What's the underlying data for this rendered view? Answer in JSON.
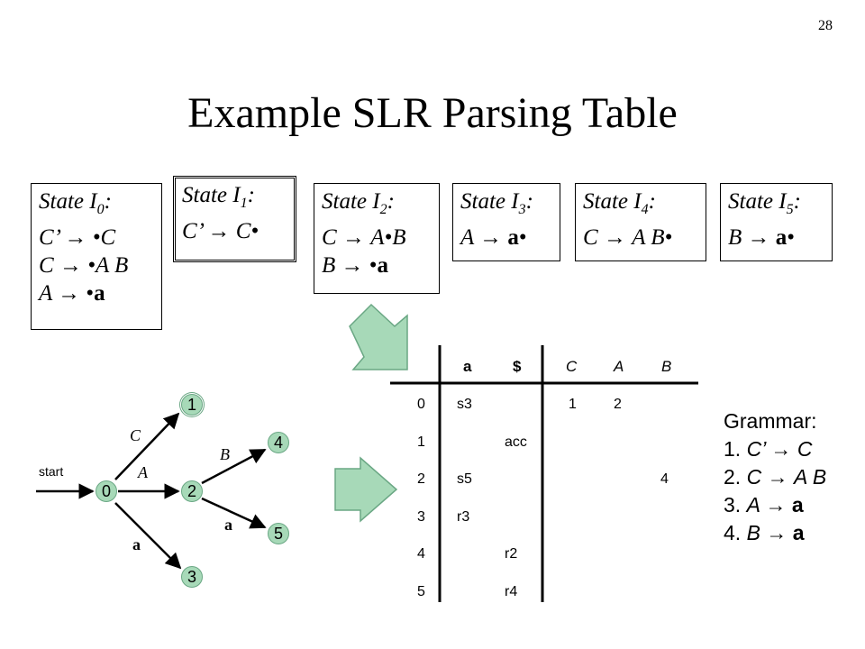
{
  "page_number": "28",
  "title": "Example SLR Parsing Table",
  "states": [
    {
      "prefix": "State I",
      "sub": "0",
      "suffix": ":",
      "items": [
        [
          {
            "t": "C’ ",
            "it": true
          },
          {
            "t": "→ ",
            "it": false
          },
          {
            "t": "•C",
            "it": true
          }
        ],
        [
          {
            "t": "C ",
            "it": true
          },
          {
            "t": "→ ",
            "it": false
          },
          {
            "t": "•A B",
            "it": true
          }
        ],
        [
          {
            "t": "A ",
            "it": true
          },
          {
            "t": "→ ",
            "it": false
          },
          {
            "t": "•",
            "it": false
          },
          {
            "t": "a",
            "bold": true
          }
        ]
      ]
    },
    {
      "prefix": "State I",
      "sub": "1",
      "suffix": ":",
      "items": [
        [
          {
            "t": "C’ ",
            "it": true
          },
          {
            "t": "→ ",
            "it": false
          },
          {
            "t": "C•",
            "it": true
          }
        ]
      ]
    },
    {
      "prefix": "State I",
      "sub": "2",
      "suffix": ":",
      "items": [
        [
          {
            "t": "C ",
            "it": true
          },
          {
            "t": "→ ",
            "it": false
          },
          {
            "t": "A•B",
            "it": true
          }
        ],
        [
          {
            "t": "B ",
            "it": true
          },
          {
            "t": "→ ",
            "it": false
          },
          {
            "t": "•",
            "it": false
          },
          {
            "t": "a",
            "bold": true
          }
        ]
      ]
    },
    {
      "prefix": "State I",
      "sub": "3",
      "suffix": ":",
      "items": [
        [
          {
            "t": "A ",
            "it": true
          },
          {
            "t": "→ ",
            "it": false
          },
          {
            "t": "a",
            "bold": true
          },
          {
            "t": "•",
            "it": false
          }
        ]
      ]
    },
    {
      "prefix": "State I",
      "sub": "4",
      "suffix": ":",
      "items": [
        [
          {
            "t": "C ",
            "it": true
          },
          {
            "t": "→ ",
            "it": false
          },
          {
            "t": "A B•",
            "it": true
          }
        ]
      ]
    },
    {
      "prefix": "State I",
      "sub": "5",
      "suffix": ":",
      "items": [
        [
          {
            "t": "B ",
            "it": true
          },
          {
            "t": "→ ",
            "it": false
          },
          {
            "t": "a",
            "bold": true
          },
          {
            "t": "•",
            "it": false
          }
        ]
      ]
    }
  ],
  "automaton": {
    "start_label": "start",
    "nodes": [
      "0",
      "1",
      "2",
      "3",
      "4",
      "5"
    ],
    "edge_labels": {
      "C": "C",
      "A": "A",
      "a_03": "a",
      "B": "B",
      "a_25": "a"
    }
  },
  "table": {
    "headers": {
      "a": "a",
      "dollar": "$",
      "C": "C",
      "A": "A",
      "B": "B"
    },
    "rows": [
      {
        "state": "0",
        "a": "s3",
        "dollar": "",
        "C": "1",
        "A": "2",
        "B": ""
      },
      {
        "state": "1",
        "a": "",
        "dollar": "acc",
        "C": "",
        "A": "",
        "B": ""
      },
      {
        "state": "2",
        "a": "s5",
        "dollar": "",
        "C": "",
        "A": "",
        "B": "4"
      },
      {
        "state": "3",
        "a": "r3",
        "dollar": "",
        "C": "",
        "A": "",
        "B": ""
      },
      {
        "state": "4",
        "a": "",
        "dollar": "r2",
        "C": "",
        "A": "",
        "B": ""
      },
      {
        "state": "5",
        "a": "",
        "dollar": "r4",
        "C": "",
        "A": "",
        "B": ""
      }
    ]
  },
  "grammar": {
    "title": "Grammar:",
    "rules": [
      [
        {
          "t": "1. "
        },
        {
          "t": "C’ ",
          "it": true
        },
        {
          "t": "→ "
        },
        {
          "t": "C",
          "it": true
        }
      ],
      [
        {
          "t": "2. "
        },
        {
          "t": "C ",
          "it": true
        },
        {
          "t": "→ "
        },
        {
          "t": "A B",
          "it": true
        }
      ],
      [
        {
          "t": "3. "
        },
        {
          "t": "A ",
          "it": true
        },
        {
          "t": "→ "
        },
        {
          "t": "a",
          "bold": true
        }
      ],
      [
        {
          "t": "4. "
        },
        {
          "t": "B ",
          "it": true
        },
        {
          "t": "→ "
        },
        {
          "t": "a",
          "bold": true
        }
      ]
    ]
  },
  "colors": {
    "node_fill": "#a7d9b8",
    "arrow_fill": "#a7d9b8"
  }
}
